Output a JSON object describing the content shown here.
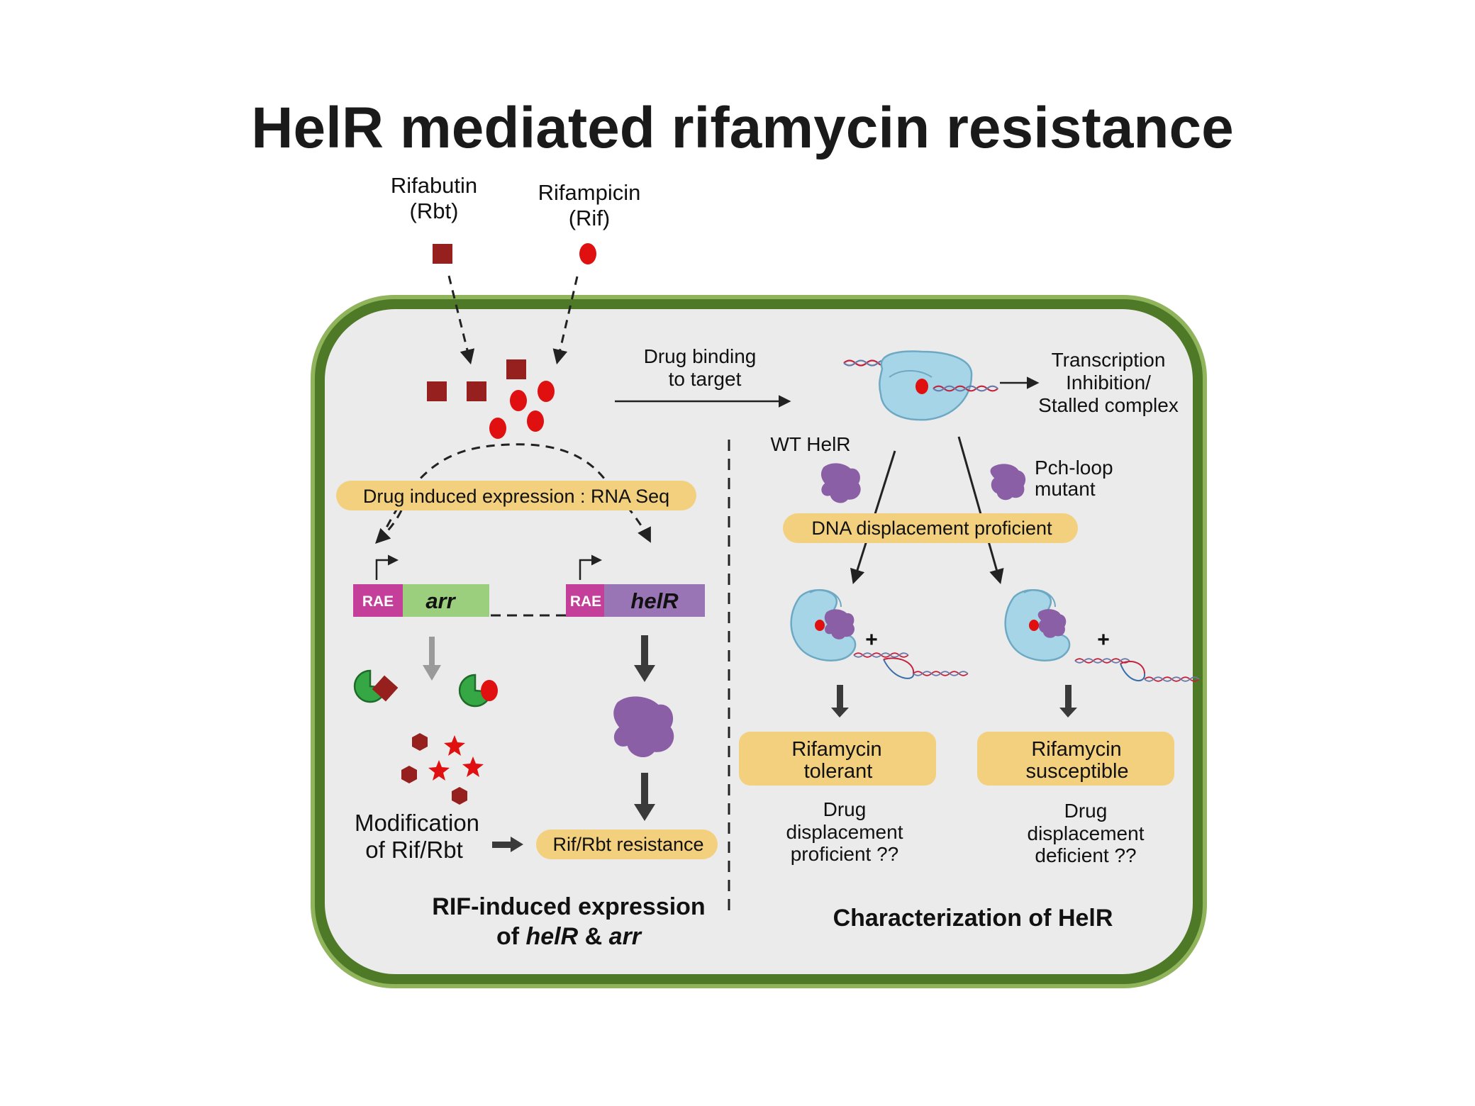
{
  "title": "HelR mediated rifamycin resistance",
  "drugs": {
    "rifabutin_name": "Rifabutin",
    "rifabutin_abbr": "(Rbt)",
    "rifampicin_name": "Rifampicin",
    "rifampicin_abbr": "(Rif)"
  },
  "binding": {
    "line1": "Drug binding",
    "line2": "to target"
  },
  "transcription": {
    "line1": "Transcription",
    "line2": "Inhibition/",
    "line3": "Stalled complex"
  },
  "left_panel": {
    "rna_seq_label": "Drug induced expression : RNA Seq",
    "rae_label": "RAE",
    "gene_arr": "arr",
    "gene_helr": "helR",
    "modification_line1": "Modification",
    "modification_line2": "of Rif/Rbt",
    "resistance_label": "Rif/Rbt resistance",
    "section_line1": "RIF-induced expression",
    "section_of": "of",
    "section_helr": "helR",
    "section_amp": "&",
    "section_arr": "arr"
  },
  "right_panel": {
    "wt_label": "WT HelR",
    "pch_line1": "Pch-loop",
    "pch_line2": "mutant",
    "dna_displacement": "DNA displacement proficient",
    "plus": "+",
    "tolerant_line1": "Rifamycin",
    "tolerant_line2": "tolerant",
    "susceptible_line1": "Rifamycin",
    "susceptible_line2": "susceptible",
    "prof_line1": "Drug",
    "prof_line2": "displacement",
    "prof_line3": "proficient ??",
    "def_line1": "Drug",
    "def_line2": "displacement",
    "def_line3": "deficient ??",
    "section": "Characterization of HelR"
  },
  "colors": {
    "cell_wall": "#4e7a27",
    "cell_wall_light": "#8fb45c",
    "cytoplasm": "#ebebeb",
    "pill": "#f2d07e",
    "rbt": "#96201e",
    "rif": "#e01010",
    "rae": "#c43f9a",
    "arr": "#9bcf7d",
    "helr": "#9a75b5",
    "helr_protein": "#8a5fa6",
    "rnap": "#a7d5e8",
    "arr_enzyme": "#35a845"
  }
}
